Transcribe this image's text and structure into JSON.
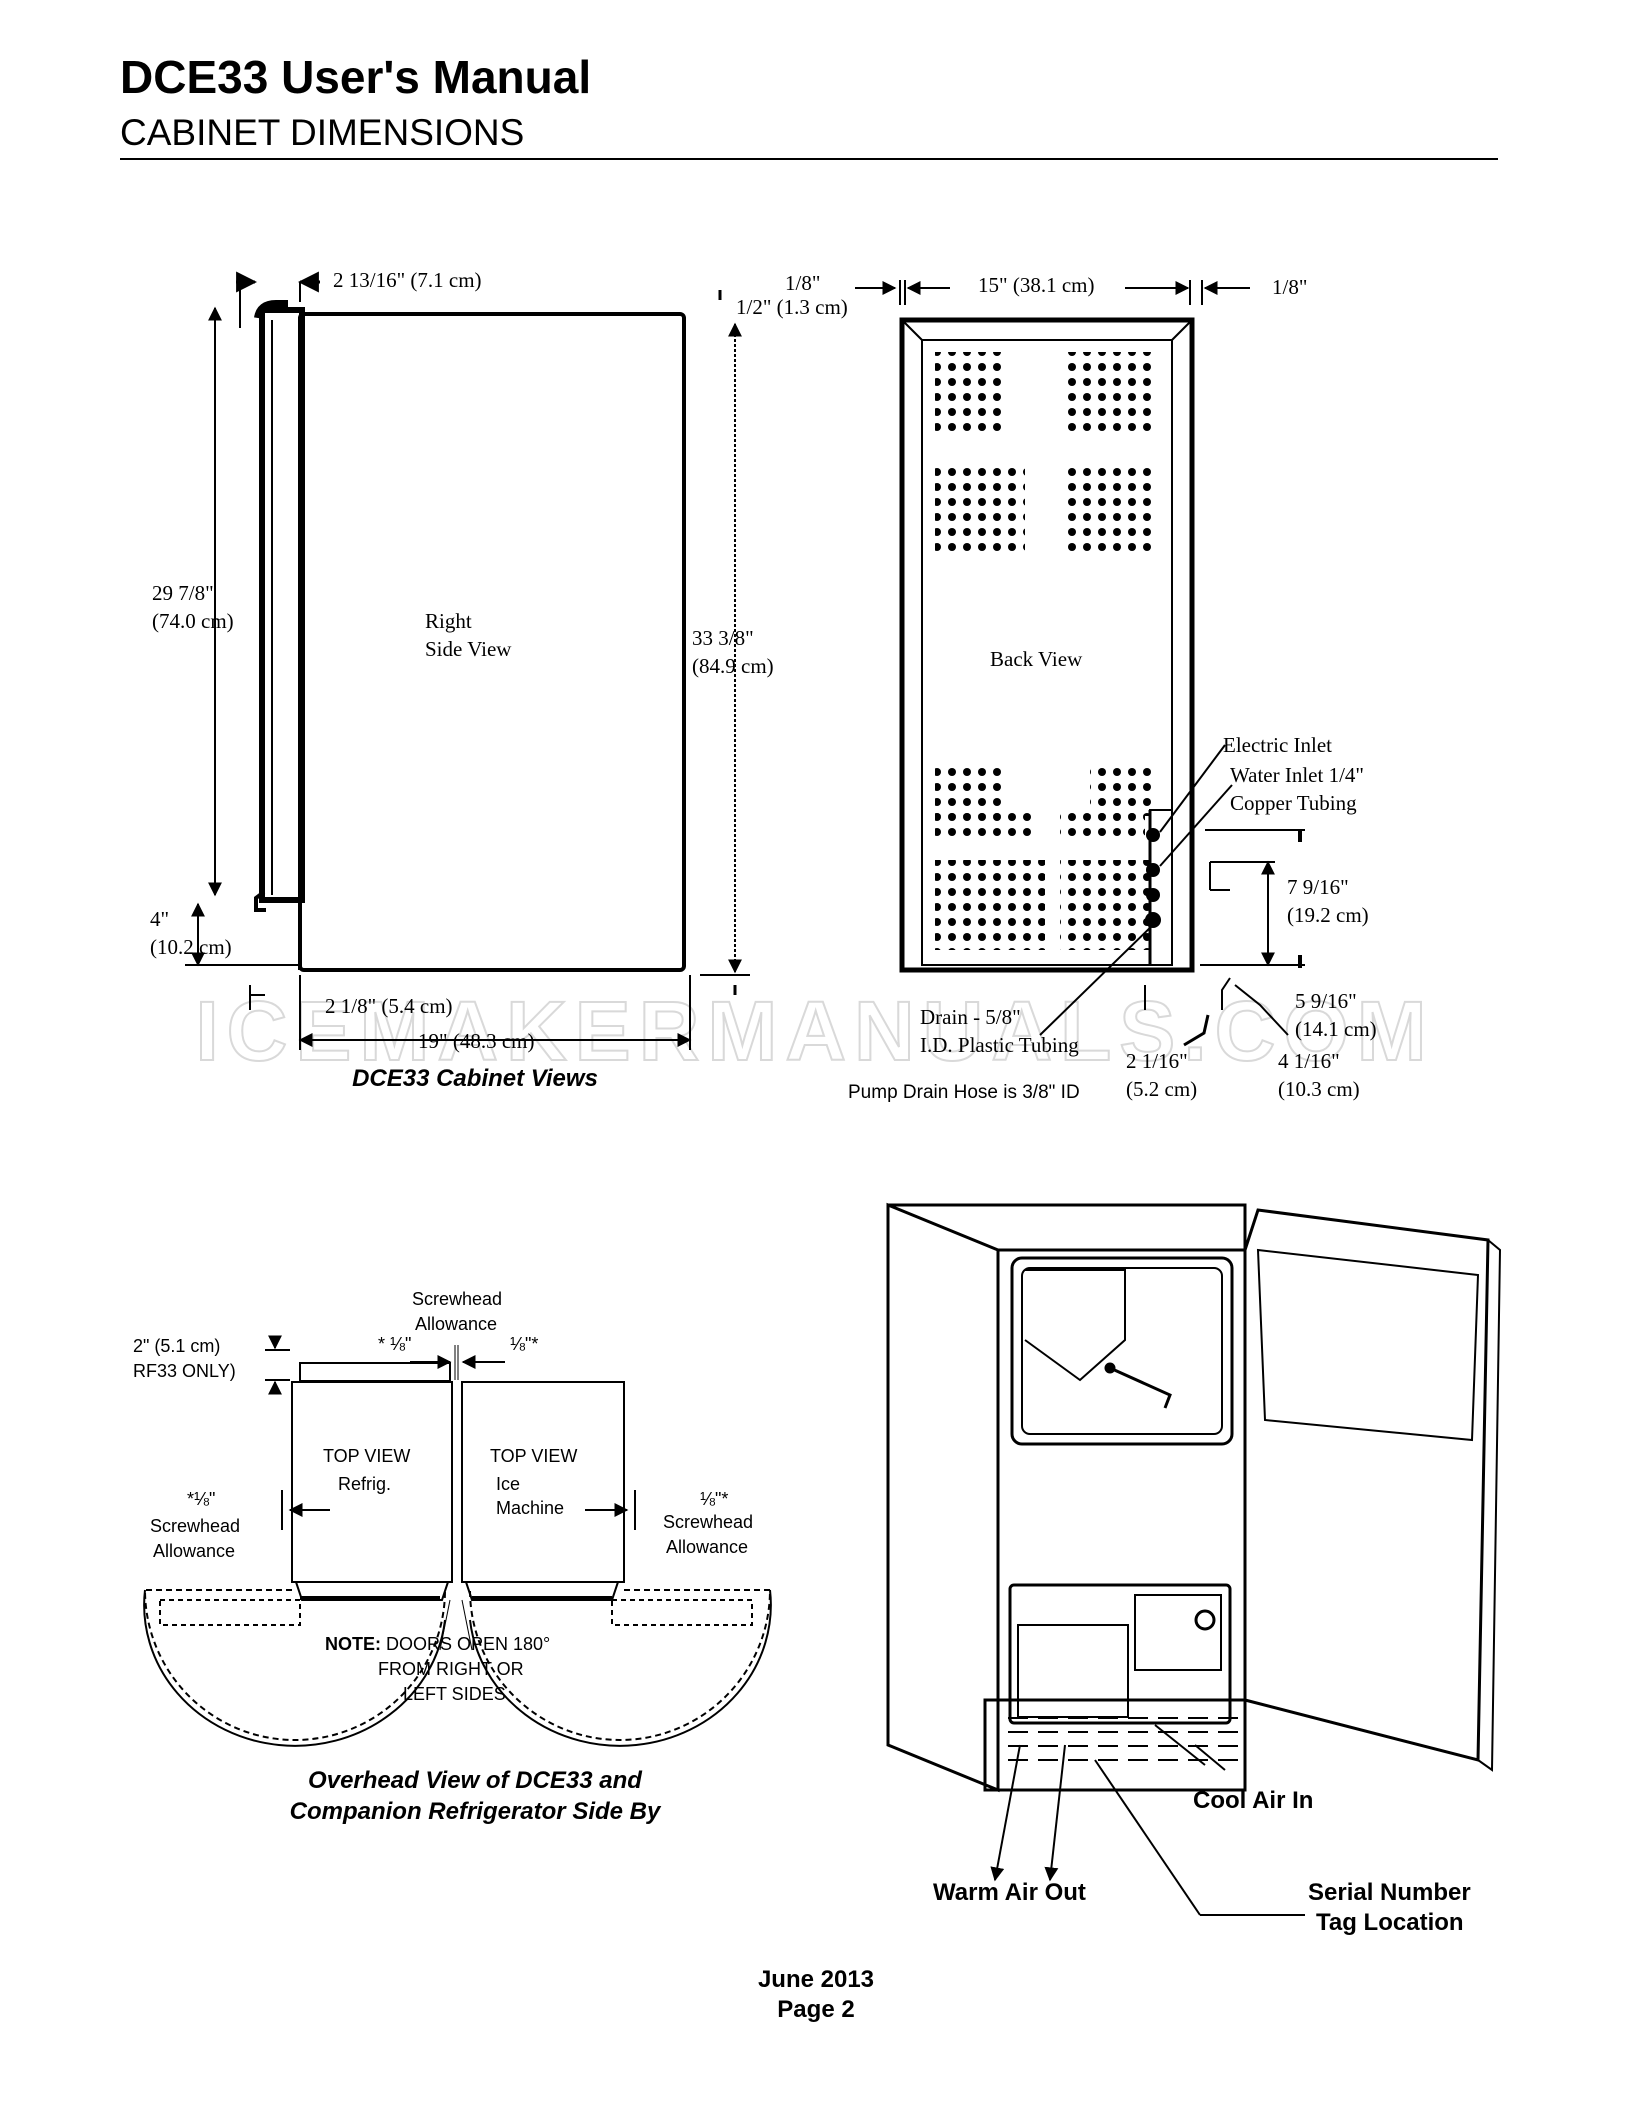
{
  "header": {
    "title": "DCE33 User's Manual",
    "subtitle": "CABINET DIMENSIONS"
  },
  "side_view": {
    "label_line1": "Right",
    "label_line2": "Side View",
    "dim_depth_top": "2 13/16\" (7.1 cm)",
    "dim_height_in": "29 7/8\"",
    "dim_height_cm": "(74.0 cm)",
    "dim_total_in": "33 3/8\"",
    "dim_total_cm": "(84.9 cm)",
    "dim_base_in": "4\"",
    "dim_base_cm": "(10.2 cm)",
    "dim_toe": "2 1/8\" (5.4 cm)",
    "dim_depth": "19\" (48.3 cm)",
    "dim_top_offset": "1/2\" (1.3 cm)"
  },
  "back_view": {
    "label": "Back View",
    "dim_left": "1/8\"",
    "dim_width": "15\" (38.1 cm)",
    "dim_right": "1/8\"",
    "electric_inlet": "Electric Inlet",
    "water_inlet_1": "Water Inlet 1/4\"",
    "water_inlet_2": "Copper Tubing",
    "dim_7_in": "7 9/16\"",
    "dim_7_cm": "(19.2 cm)",
    "dim_5_in": "5 9/16\"",
    "dim_5_cm": "(14.1 cm)",
    "dim_4_in": "4 1/16\"",
    "dim_4_cm": "(10.3 cm)",
    "dim_2_in": "2 1/16\"",
    "dim_2_cm": "(5.2 cm)",
    "drain_1": "Drain - 5/8\"",
    "drain_2": "I.D. Plastic Tubing",
    "pump_note": "Pump Drain Hose is 3/8\" ID"
  },
  "watermark": "ICEMAKERMANUALS.COM",
  "caption_cabinet": "DCE33 Cabinet Views",
  "overhead": {
    "screwhead_top_1": "Screwhead",
    "screwhead_top_2": "Allowance",
    "dim_2in": "2\" (5.1 cm)",
    "rf33_only": "RF33 ONLY)",
    "eighth_left_top": "* ⅛\"",
    "eighth_right_top": "⅛\"*",
    "top_view_left": "TOP VIEW",
    "refrig": "Refrig.",
    "top_view_right": "TOP VIEW",
    "ice": "Ice",
    "machine": "Machine",
    "eighth_left_side": "*⅛\"",
    "screwhead_left_1": "Screwhead",
    "screwhead_left_2": "Allowance",
    "eighth_right_side": "⅛\"*",
    "screwhead_right_1": "Screwhead",
    "screwhead_right_2": "Allowance",
    "note_bold": "NOTE:",
    "note_rest": " DOORS OPEN 180°",
    "note_2": "FROM RIGHT OR",
    "note_3": "LEFT SIDES"
  },
  "caption_overhead_1": "Overhead View of DCE33 and",
  "caption_overhead_2": "Companion Refrigerator Side By",
  "perspective": {
    "cool_air_in": "Cool Air In",
    "warm_air_out": "Warm Air Out",
    "serial_1": "Serial Number",
    "serial_2": "Tag Location"
  },
  "footer": {
    "date": "June 2013",
    "page": "Page 2"
  }
}
